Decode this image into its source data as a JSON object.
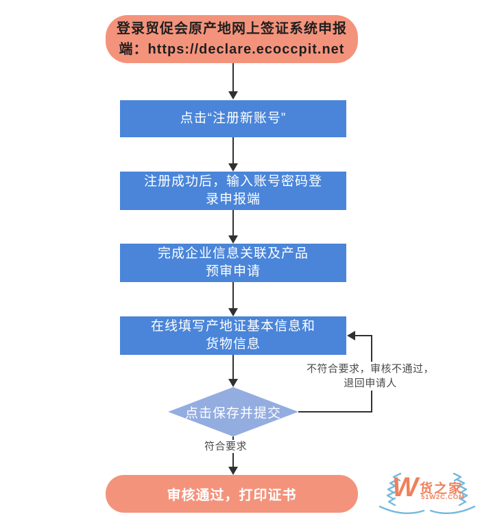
{
  "colors": {
    "process_fill": "#4A85D9",
    "decision_fill": "#94ADE0",
    "terminator_fill": "#F4937C",
    "start_text": "#1F1F1F",
    "node_text": "#FFFFFF",
    "connector": "#303030",
    "edge_label_text": "#4A4A4A",
    "logo_orange": "#F0805A",
    "logo_blue": "#74B9DC"
  },
  "flowchart": {
    "start": {
      "line1": "登录贸促会原产地网上签证系统申报",
      "line2": "端：https://declare.ecoccpit.net"
    },
    "step_register": {
      "line1": "点击“注册新账号”"
    },
    "step_login": {
      "line1": "注册成功后，输入账号密码登",
      "line2": "录申报端"
    },
    "step_company": {
      "line1": "完成企业信息关联及产品",
      "line2": "预审申请"
    },
    "step_fill": {
      "line1": "在线填写产地证基本信息和",
      "line2": "货物信息"
    },
    "decision_submit": {
      "line1": "点击保存并提交"
    },
    "end_print": {
      "line1": "审核通过，打印证书"
    },
    "label_reject": {
      "line1": "不符合要求，审核不通过，",
      "line2": "退回申请人"
    },
    "label_accept": "符合要求"
  },
  "watermark": {
    "monogram": "W",
    "brand": "货之家",
    "site": "51W2C.COM"
  }
}
